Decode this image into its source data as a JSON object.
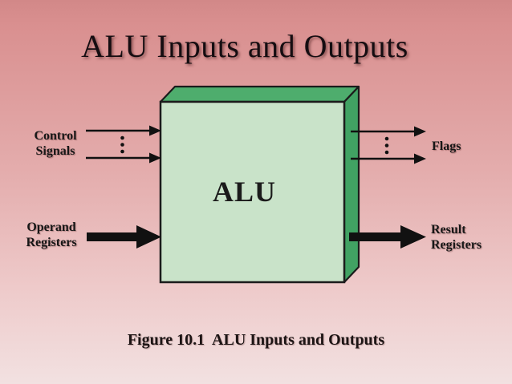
{
  "slide": {
    "title": "ALU Inputs and Outputs",
    "caption": "Figure 10.1  ALU Inputs and Outputs"
  },
  "diagram": {
    "box_label": "ALU",
    "inputs": [
      {
        "label": "Control\nSignals",
        "arrow_style": "two thin arrows with vertical ellipsis dots"
      },
      {
        "label": "Operand\nRegisters",
        "arrow_style": "single thick arrow"
      }
    ],
    "outputs": [
      {
        "label": "Flags",
        "arrow_style": "two thin arrows with vertical ellipsis dots"
      },
      {
        "label": "Result\nRegisters",
        "arrow_style": "single thick arrow"
      }
    ],
    "colors": {
      "box_face": "#c9e3c9",
      "box_top": "#4ead6d",
      "box_side": "#41a263",
      "outline": "#1b1b1b",
      "arrow": "#111111",
      "background_top": "#d98f8f",
      "background_bottom": "#f2e1e1"
    }
  }
}
